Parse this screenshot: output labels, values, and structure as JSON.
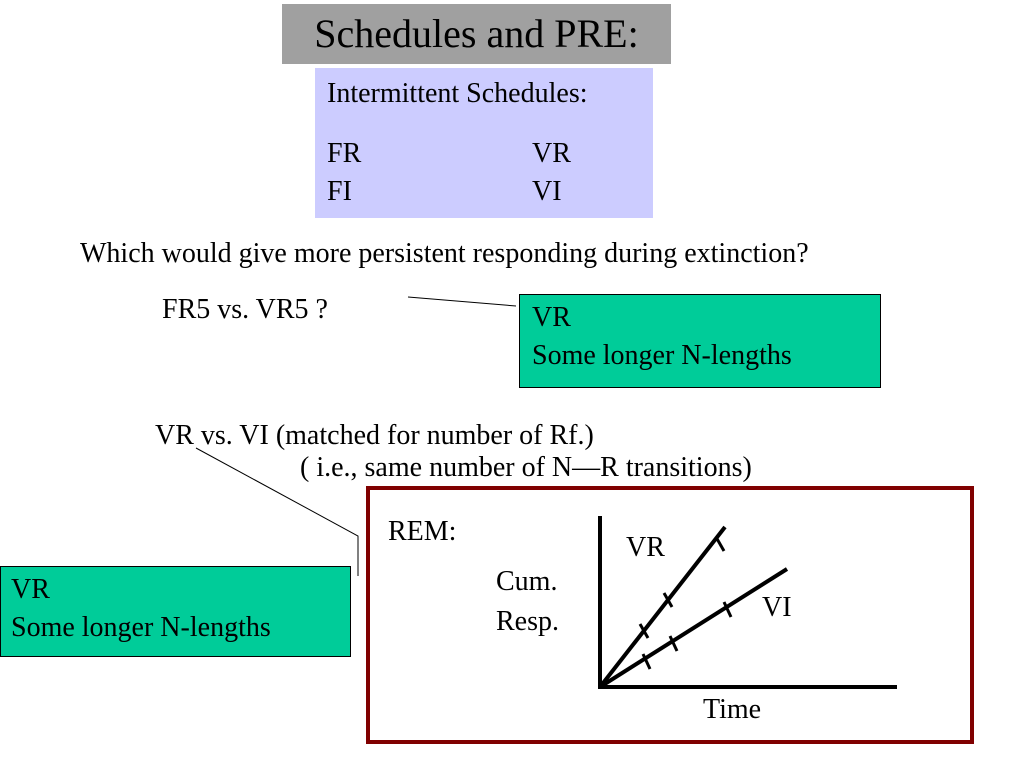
{
  "slide": {
    "title": "Schedules and PRE:",
    "schedules": {
      "heading": "Intermittent Schedules:",
      "items": [
        "FR",
        "VR",
        "FI",
        "VI"
      ]
    },
    "question": "Which would give more persistent responding during extinction?",
    "comparison_1": "FR5  vs.  VR5  ?",
    "answer_1": {
      "line1": "VR",
      "line2": "Some longer N-lengths"
    },
    "comparison_2": "VR vs. VI (matched for number of Rf.)",
    "comparison_2_note": "( i.e., same number of N—R transitions)",
    "answer_2": {
      "line1": "VR",
      "line2": "Some longer N-lengths"
    },
    "rem": {
      "label": "REM:",
      "y_label_line1": "Cum.",
      "y_label_line2": "Resp.",
      "x_label": "Time",
      "series": [
        "VR",
        "VI"
      ]
    }
  },
  "colors": {
    "title_bg": "#a0a0a0",
    "schedules_bg": "#ccccff",
    "answer_bg": "#00cc99",
    "rem_border": "#800000"
  }
}
